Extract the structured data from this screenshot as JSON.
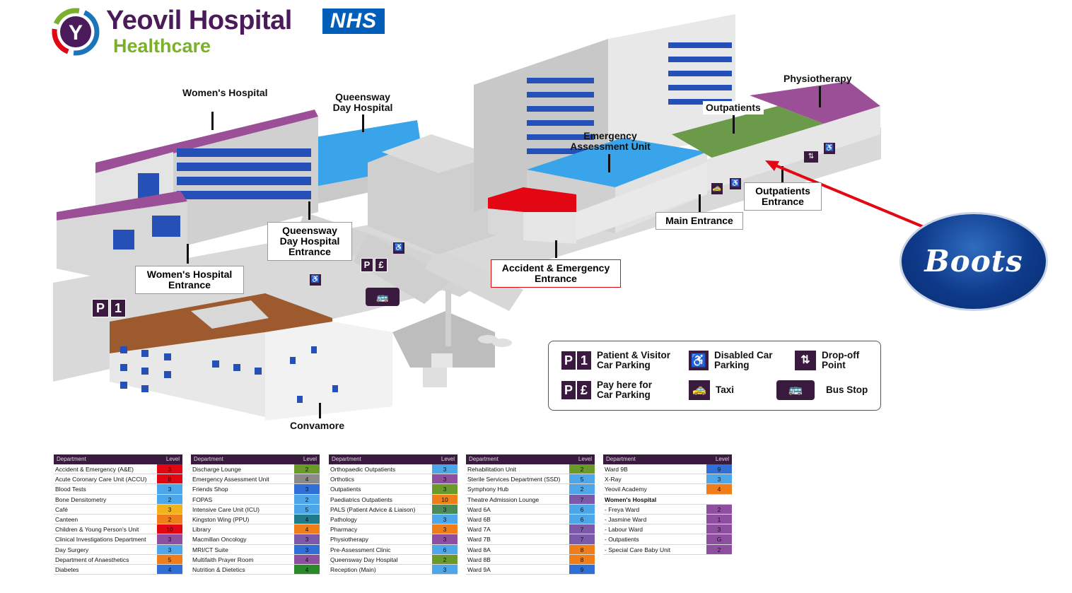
{
  "header": {
    "logo_name": "Yeovil Hospital",
    "logo_sub": "Healthcare",
    "nhs": "NHS"
  },
  "map": {
    "labels": {
      "womens_hospital": "Women's Hospital",
      "queensway_day": "Queensway Day Hospital",
      "physiotherapy": "Physiotherapy",
      "outpatients": "Outpatients",
      "emergency_assessment": "Emergency Assessment Unit",
      "convamore": "Convamore"
    },
    "entrances": {
      "womens_entrance": "Women's Hospital Entrance",
      "queensway_entrance": "Queensway Day Hospital Entrance",
      "ae_entrance": "Accident & Emergency Entrance",
      "main_entrance": "Main Entrance",
      "outpatients_entrance": "Outpatients Entrance"
    },
    "badges": {
      "p1_p": "P",
      "p1_n": "1",
      "pp_p": "P",
      "pp_n": "£"
    }
  },
  "boots": {
    "text": "Boots"
  },
  "key": {
    "patient_parking": "Patient & Visitor Car Parking",
    "disabled_parking": "Disabled Car Parking",
    "dropoff": "Drop-off Point",
    "pay_here": "Pay here for Car Parking",
    "taxi": "Taxi",
    "bus_stop": "Bus Stop"
  },
  "tables": {
    "header_dept": "Department",
    "header_level": "Level",
    "columns": [
      [
        {
          "name": "Accident & Emergency (A&E)",
          "level": "3",
          "color": "#e30613"
        },
        {
          "name": "Acute Coronary Care Unit (ACCU)",
          "level": "8",
          "color": "#e30613"
        },
        {
          "name": "Blood Tests",
          "level": "3",
          "color": "#4da6e8"
        },
        {
          "name": "Bone Densitometry",
          "level": "2",
          "color": "#4da6e8"
        },
        {
          "name": "Café",
          "level": "3",
          "color": "#f2b21b"
        },
        {
          "name": "Canteen",
          "level": "2",
          "color": "#ef7d1a"
        },
        {
          "name": "Children & Young Person's Unit",
          "level": "10",
          "color": "#e30613"
        },
        {
          "name": "Clinical Investigations Department",
          "level": "3",
          "color": "#8f4fa0"
        },
        {
          "name": "Day Surgery",
          "level": "3",
          "color": "#4da6e8"
        },
        {
          "name": "Department of Anaesthetics",
          "level": "5",
          "color": "#ef7d1a"
        },
        {
          "name": "Diabetes",
          "level": "4",
          "color": "#2f6fd6"
        }
      ],
      [
        {
          "name": "Discharge Lounge",
          "level": "2",
          "color": "#6a9a2a"
        },
        {
          "name": "Emergency Assessment Unit",
          "level": "4",
          "color": "#8a8a8a"
        },
        {
          "name": "Friends Shop",
          "level": "3",
          "color": "#2f6fd6"
        },
        {
          "name": "FOPAS",
          "level": "2",
          "color": "#4da6e8"
        },
        {
          "name": "Intensive Care Unit (ICU)",
          "level": "5",
          "color": "#4da6e8"
        },
        {
          "name": "Kingston Wing (PPU)",
          "level": "4",
          "color": "#1f7a8a"
        },
        {
          "name": "Library",
          "level": "4",
          "color": "#ef7d1a"
        },
        {
          "name": "Macmillan Oncology",
          "level": "3",
          "color": "#7a5aa8"
        },
        {
          "name": "MRI/CT Suite",
          "level": "3",
          "color": "#2f6fd6"
        },
        {
          "name": "Multifaith Prayer Room",
          "level": "4",
          "color": "#8f4fa0"
        },
        {
          "name": "Nutrition & Dietetics",
          "level": "4",
          "color": "#2a8a2a"
        }
      ],
      [
        {
          "name": "Orthopaedic Outpatients",
          "level": "3",
          "color": "#4da6e8"
        },
        {
          "name": "Orthotics",
          "level": "3",
          "color": "#8f4fa0"
        },
        {
          "name": "Outpatients",
          "level": "3",
          "color": "#6a9a2a"
        },
        {
          "name": "Paediatrics Outpatients",
          "level": "10",
          "color": "#ef7d1a"
        },
        {
          "name": "PALS (Patient Advice & Liaison)",
          "level": "3",
          "color": "#4a8a5a"
        },
        {
          "name": "Pathology",
          "level": "3",
          "color": "#4da6e8"
        },
        {
          "name": "Pharmacy",
          "level": "3",
          "color": "#ef7d1a"
        },
        {
          "name": "Physiotherapy",
          "level": "3",
          "color": "#8f4fa0"
        },
        {
          "name": "Pre-Assessment Clinic",
          "level": "6",
          "color": "#4da6e8"
        },
        {
          "name": "Queensway Day Hospital",
          "level": "2",
          "color": "#6a9a2a"
        },
        {
          "name": "Reception (Main)",
          "level": "3",
          "color": "#4da6e8"
        }
      ],
      [
        {
          "name": "Rehabilitation Unit",
          "level": "2",
          "color": "#6a9a2a"
        },
        {
          "name": "Sterile Services Department (SSD)",
          "level": "5",
          "color": "#4da6e8"
        },
        {
          "name": "Symphony Hub",
          "level": "2",
          "color": "#4da6e8"
        },
        {
          "name": "Theatre Admission Lounge",
          "level": "7",
          "color": "#7a5aa8"
        },
        {
          "name": "Ward 6A",
          "level": "6",
          "color": "#4da6e8"
        },
        {
          "name": "Ward 6B",
          "level": "6",
          "color": "#4da6e8"
        },
        {
          "name": "Ward 7A",
          "level": "7",
          "color": "#7a5aa8"
        },
        {
          "name": "Ward 7B",
          "level": "7",
          "color": "#7a5aa8"
        },
        {
          "name": "Ward 8A",
          "level": "8",
          "color": "#ef7d1a"
        },
        {
          "name": "Ward 8B",
          "level": "8",
          "color": "#ef7d1a"
        },
        {
          "name": "Ward 9A",
          "level": "9",
          "color": "#2f6fd6"
        }
      ],
      [
        {
          "name": "Ward 9B",
          "level": "9",
          "color": "#2f6fd6"
        },
        {
          "name": "X-Ray",
          "level": "3",
          "color": "#4da6e8"
        },
        {
          "name": "Yeovil Academy",
          "level": "4",
          "color": "#ef7d1a"
        },
        {
          "name": "Women's Hospital",
          "level": "",
          "color": "",
          "bold": true
        },
        {
          "name": "- Freya Ward",
          "level": "2",
          "color": "#8f4fa0"
        },
        {
          "name": "- Jasmine Ward",
          "level": "1",
          "color": "#8f4fa0"
        },
        {
          "name": "- Labour Ward",
          "level": "3",
          "color": "#8f4fa0"
        },
        {
          "name": "- Outpatients",
          "level": "G",
          "color": "#8f4fa0"
        },
        {
          "name": "- Special Care Baby Unit",
          "level": "2",
          "color": "#8f4fa0"
        }
      ]
    ]
  },
  "colors": {
    "purple": "#9b4f96",
    "blue": "#3aa4ea",
    "green": "#6a9a4a",
    "red": "#e30613",
    "brown": "#9c5a2e",
    "dark": "#3a1a3e"
  }
}
